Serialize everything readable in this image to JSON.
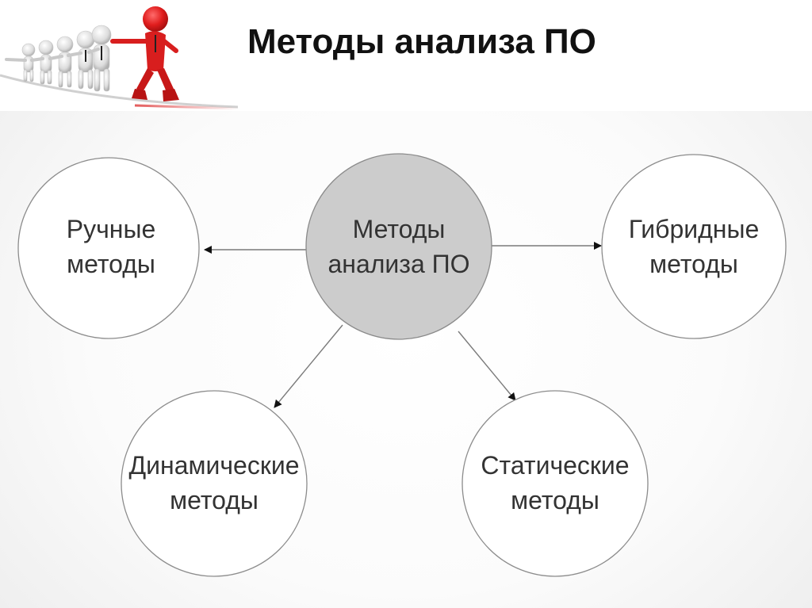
{
  "slide": {
    "title": "Методы анализа ПО"
  },
  "diagram": {
    "center": {
      "line1": "Методы",
      "line2": "анализа ПО"
    },
    "manual": {
      "line1": "Ручные",
      "line2": "методы"
    },
    "hybrid": {
      "line1": "Гибридные",
      "line2": "методы"
    },
    "dynamic": {
      "line1": "Динамические",
      "line2": "методы"
    },
    "static": {
      "line1": "Статические",
      "line2": "методы"
    }
  },
  "colors": {
    "accent_red": "#d42a2a",
    "center_fill": "#cccccc",
    "circle_stroke": "#8c8c8c"
  },
  "icons": {
    "header_figure": "people-line-leader-icon"
  }
}
